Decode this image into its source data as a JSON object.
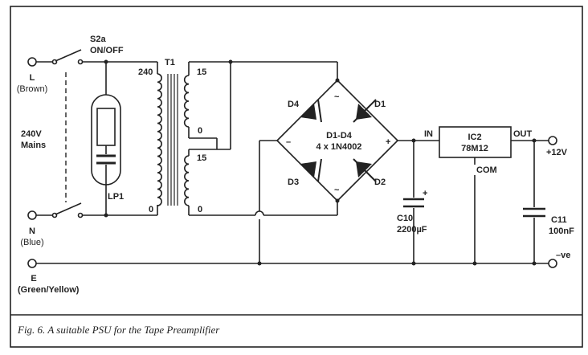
{
  "caption": "Fig. 6. A suitable PSU for the Tape Preamplifier",
  "switch": {
    "label": "S2a",
    "sub": "ON/OFF"
  },
  "terminals": {
    "live": "L",
    "live_colour": "(Brown)",
    "neutral": "N",
    "neutral_colour": "(Blue)",
    "earth": "E",
    "earth_colour": "(Green/Yellow)"
  },
  "mains": {
    "line1": "240V",
    "line2": "Mains"
  },
  "lamp": "LP1",
  "transformer": {
    "ref": "T1",
    "primary_top": "240",
    "primary_bottom": "0",
    "sec1_top": "15",
    "sec1_bottom": "0",
    "sec2_top": "15",
    "sec2_bottom": "0"
  },
  "bridge": {
    "d1": "D1",
    "d2": "D2",
    "d3": "D3",
    "d4": "D4",
    "range": "D1-D4",
    "part": "4 x 1N4002",
    "minus": "–",
    "plus": "+",
    "ac_top": "~",
    "ac_bottom": "~"
  },
  "c10": {
    "ref": "C10",
    "value": "2200µF",
    "polarity": "+"
  },
  "regulator": {
    "ref": "IC2",
    "part": "78M12",
    "in": "IN",
    "out": "OUT",
    "com": "COM"
  },
  "output": {
    "pos": "+12V",
    "neg": "–ve"
  },
  "c11": {
    "ref": "C11",
    "value": "100nF"
  }
}
